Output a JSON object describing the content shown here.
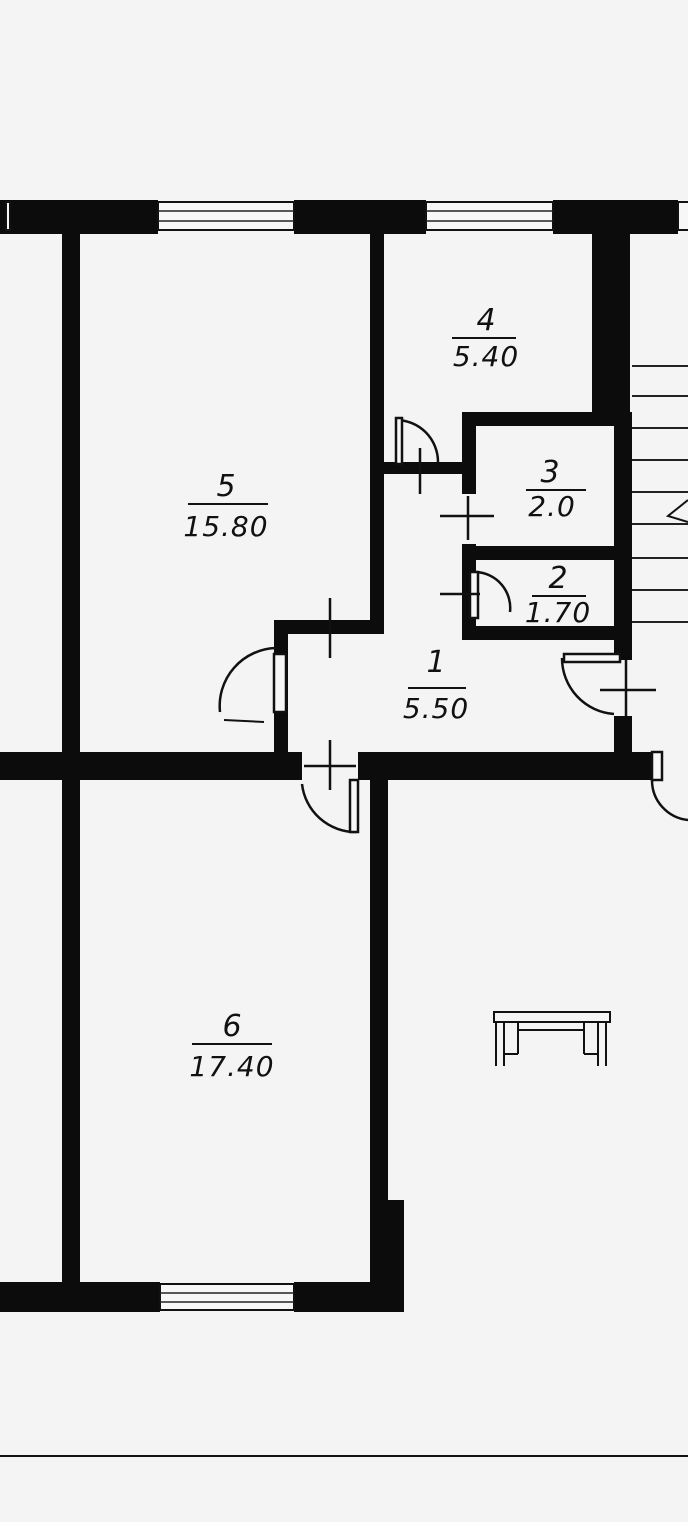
{
  "rooms": [
    {
      "number": "1",
      "area": "5.50"
    },
    {
      "number": "2",
      "area": "1.70"
    },
    {
      "number": "3",
      "area": "2.0"
    },
    {
      "number": "4",
      "area": "5.40"
    },
    {
      "number": "5",
      "area": "15.80"
    },
    {
      "number": "6",
      "area": "17.40"
    }
  ],
  "colors": {
    "ink": "#0c0c0c",
    "paper": "#f4f4f4"
  }
}
